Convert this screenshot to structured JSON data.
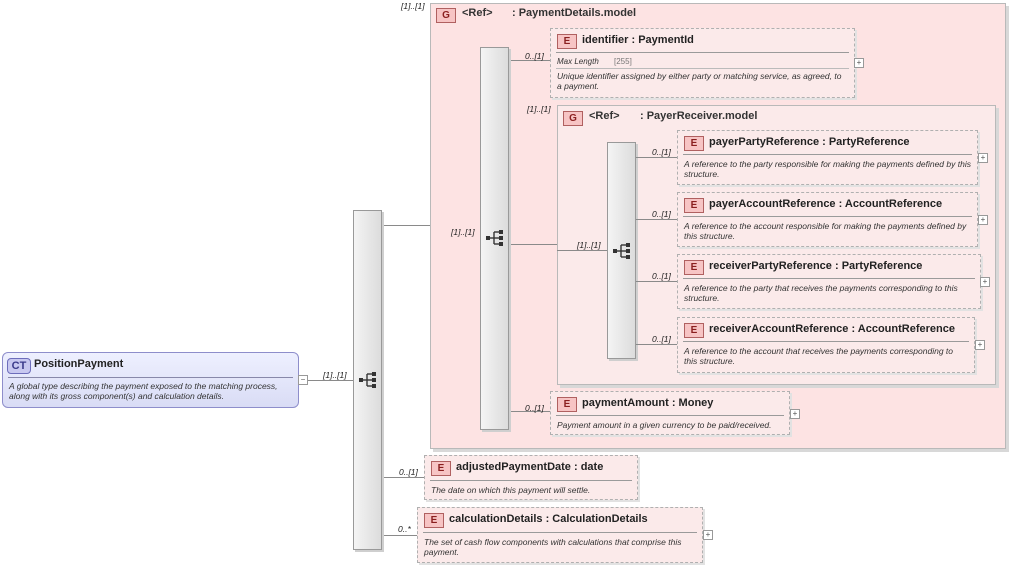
{
  "root": {
    "badge": "CT",
    "name": "PositionPayment",
    "doc": "A global type describing the payment exposed to the matching process, along with its gross component(s) and calculation details.",
    "collapse_icon": "minus-icon",
    "card_to_seq": "[1]..[1]"
  },
  "payment_details_group": {
    "outer_card": "[1]..[1]",
    "badge": "G",
    "ref": "<Ref>",
    "name": ": PaymentDetails.model",
    "card_from_seq": "[1]..[1]"
  },
  "identifier": {
    "card": "0..[1]",
    "badge": "E",
    "name": "identifier  : PaymentId",
    "facet_label": "Max Length",
    "facet_value": "[255]",
    "doc": "Unique identifier assigned by either party or matching service, as agreed, to a payment."
  },
  "payer_receiver_group": {
    "outer_card": "[1]..[1]",
    "badge": "G",
    "ref": "<Ref>",
    "name": ": PayerReceiver.model",
    "card_from_seq": "[1]..[1]"
  },
  "payer_party": {
    "card": "0..[1]",
    "badge": "E",
    "name": "payerPartyReference  : PartyReference",
    "doc": "A reference to the party responsible for making the payments defined by this structure."
  },
  "payer_account": {
    "card": "0..[1]",
    "badge": "E",
    "name": "payerAccountReference  : AccountReference",
    "doc": "A reference to the account responsible for making the payments defined by this structure."
  },
  "receiver_party": {
    "card": "0..[1]",
    "badge": "E",
    "name": "receiverPartyReference  : PartyReference",
    "doc": "A reference to the party that receives the payments corresponding to this structure."
  },
  "receiver_account": {
    "card": "0..[1]",
    "badge": "E",
    "name": "receiverAccountReference  : AccountReference",
    "doc": "A reference to the account that receives the payments corresponding to this structure."
  },
  "payment_amount": {
    "card": "0..[1]",
    "badge": "E",
    "name": "paymentAmount  : Money",
    "doc": "Payment amount in a given currency to be paid/received."
  },
  "adjusted_payment_date": {
    "card": "0..[1]",
    "badge": "E",
    "name": "adjustedPaymentDate  : date",
    "doc": "The date on which this payment will settle."
  },
  "calculation_details": {
    "card": "0..*",
    "badge": "E",
    "name": "calculationDetails  : CalculationDetails",
    "doc": "The set of cash flow components with calculations that comprise this payment."
  },
  "expand_icon": "+",
  "sequence_icon": "sequence-compositor-icon"
}
